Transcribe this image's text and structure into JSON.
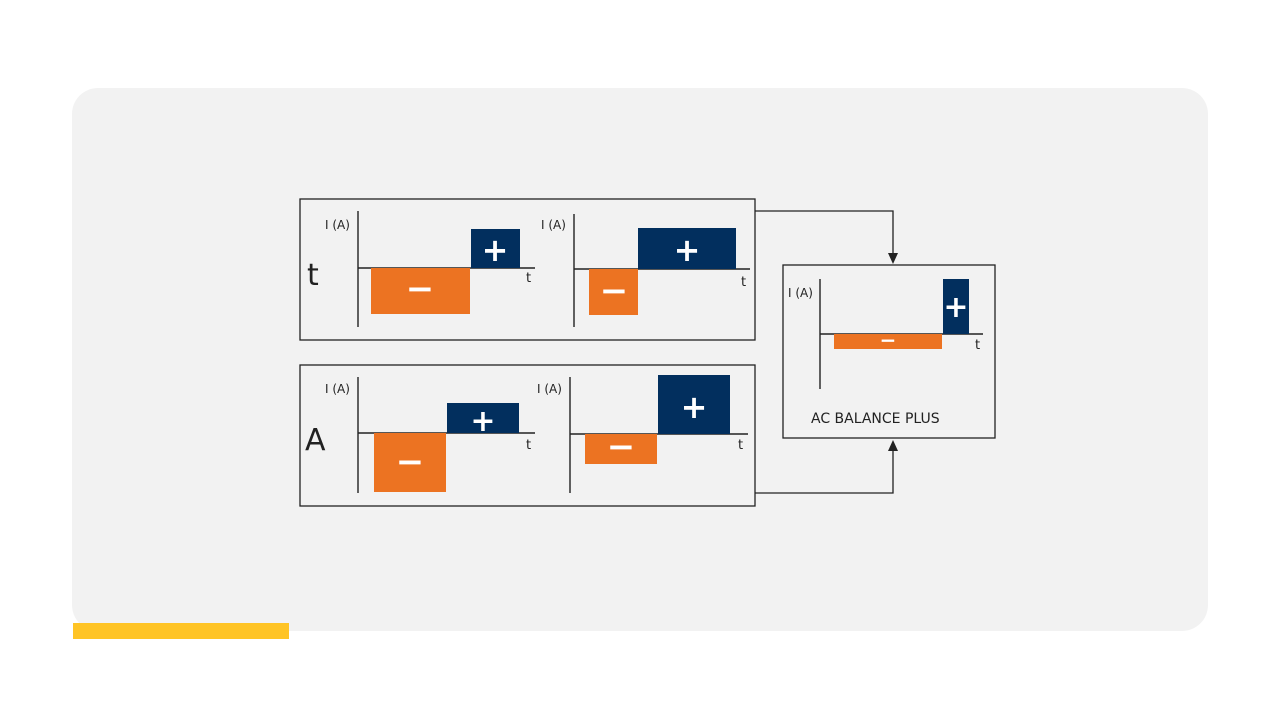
{
  "colors": {
    "panel_bg": "#f2f2f2",
    "accent_bar": "#ffc425",
    "negative": "#ec7322",
    "positive": "#022f5e",
    "line": "#222222"
  },
  "axis_label": "I (A)",
  "time_label": "t",
  "rows": [
    {
      "label": "t",
      "charts": [
        {
          "negative_sign": "−",
          "positive_sign": "+"
        },
        {
          "negative_sign": "−",
          "positive_sign": "+"
        }
      ]
    },
    {
      "label": "A",
      "charts": [
        {
          "negative_sign": "−",
          "positive_sign": "+"
        },
        {
          "negative_sign": "−",
          "positive_sign": "+"
        }
      ]
    }
  ],
  "result": {
    "caption": "AC BALANCE PLUS",
    "negative_sign": "−",
    "positive_sign": "+"
  }
}
